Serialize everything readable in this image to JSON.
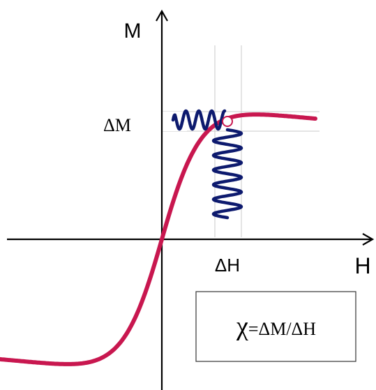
{
  "axes": {
    "m_label": "M",
    "h_label": "H"
  },
  "annotations": {
    "delta_m": "ΔM",
    "delta_h": "ΔH"
  },
  "formula": {
    "symbol": "χ",
    "expression": "=ΔM/ΔH"
  },
  "colors": {
    "curve": "#c8174f",
    "oscillation": "#0d1a6e",
    "axis": "#000000",
    "grid": "#c8c8c8"
  }
}
